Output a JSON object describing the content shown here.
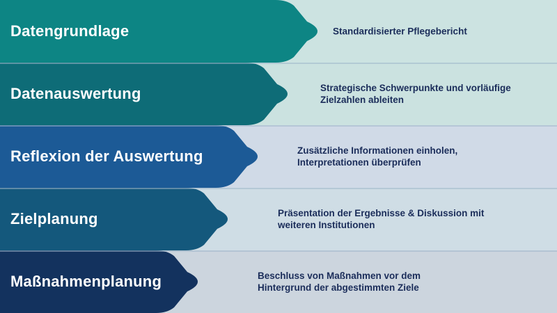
{
  "diagram": {
    "steps": [
      {
        "label": "Datengrundlage",
        "description": "Standardisierter Pflegebericht",
        "arrow_color": "#0D8584",
        "bg_color": "#CCE3E1"
      },
      {
        "label": "Datenauswertung",
        "description": "Strategische Schwerpunkte und vorläufige Zielzahlen ableiten",
        "arrow_color": "#0E6C77",
        "bg_color": "#CBE2E0"
      },
      {
        "label": "Reflexion der Auswertung",
        "description": "Zusätzliche Informationen einholen, Interpretationen überprüfen",
        "arrow_color": "#1C5A96",
        "bg_color": "#D0DAE7"
      },
      {
        "label": "Zielplanung",
        "description": "Präsentation der Ergebnisse & Diskussion mit weiteren Institutionen",
        "arrow_color": "#14587C",
        "bg_color": "#CFDDE5"
      },
      {
        "label": "Maßnahmenplanung",
        "description": "Beschluss von Maßnahmen vor dem Hintergrund der abgestimmten Ziele",
        "arrow_color": "#13325E",
        "bg_color": "#CCD5DE"
      }
    ]
  }
}
